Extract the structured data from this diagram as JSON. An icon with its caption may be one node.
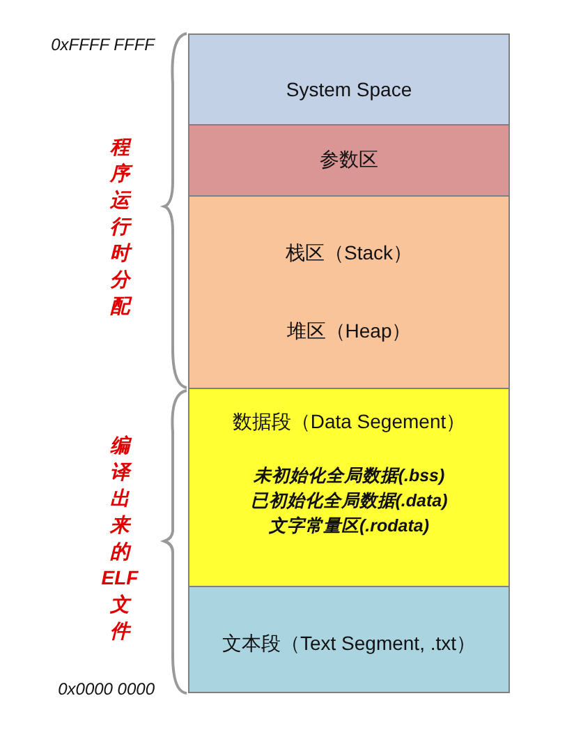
{
  "diagram": {
    "nodes": [
      {
        "text": [
          "System Space"
        ]
      },
      {
        "text": [
          "参数区"
        ]
      },
      {
        "text": [
          "栈区（Stack）",
          "堆区（Heap）"
        ]
      },
      {
        "text": [
          "数据段（Data  Segement）",
          "未初始化全局数据(.bss)",
          "已初始化全局数据(.data)",
          "文字常量区(.rodata)"
        ]
      },
      {
        "text": [
          "文本段（Text Segment, .txt）"
        ]
      }
    ],
    "labels": [
      "0xFFFF FFFF",
      "程序运行时分配",
      "编译出来的ELF文件",
      "0x0000 0000"
    ]
  }
}
